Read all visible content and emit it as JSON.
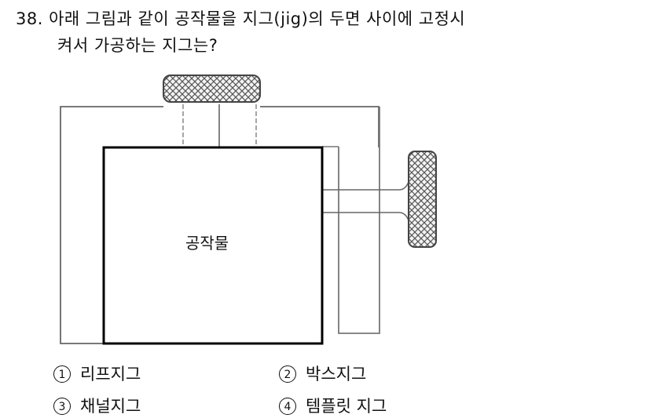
{
  "question": {
    "number": "38.",
    "line1": "38. 아래 그림과 같이 공작물을 지그(jig)의 두면 사이에 고정시",
    "line2": "켜서 가공하는 지그는?"
  },
  "figure": {
    "workpiece_label": "공작물",
    "parts": [
      "outer-frame",
      "workpiece",
      "top-knurled-knob",
      "right-knurled-knob",
      "clamp-plate",
      "screw-shafts"
    ]
  },
  "options": [
    {
      "num": "1",
      "label": "리프지그"
    },
    {
      "num": "2",
      "label": "박스지그"
    },
    {
      "num": "3",
      "label": "채널지그"
    },
    {
      "num": "4",
      "label": "템플릿 지그"
    }
  ]
}
